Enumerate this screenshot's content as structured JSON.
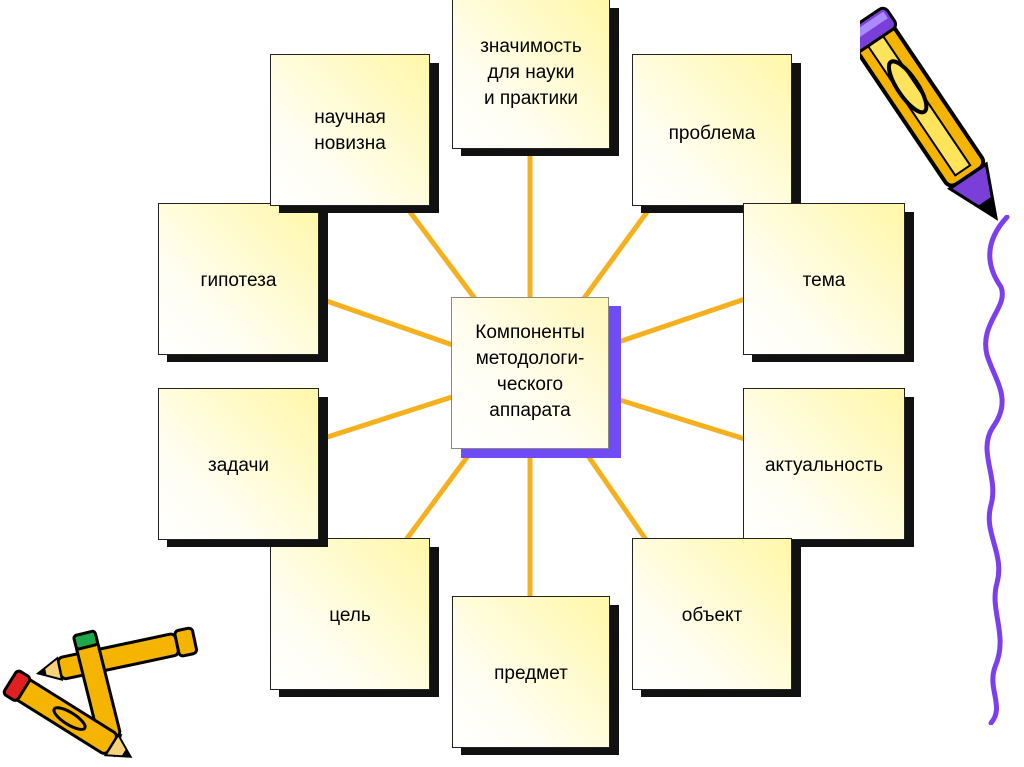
{
  "diagram": {
    "center": {
      "label": "Компоненты\nметодологи-\nческого\nаппарата"
    },
    "nodes": [
      {
        "id": "znachimost",
        "label": "значимость\nдля науки\nи практики"
      },
      {
        "id": "problema",
        "label": "проблема"
      },
      {
        "id": "tema",
        "label": "тема"
      },
      {
        "id": "aktualnost",
        "label": "актуальность"
      },
      {
        "id": "obekt",
        "label": "объект"
      },
      {
        "id": "predmet",
        "label": "предмет"
      },
      {
        "id": "tsel",
        "label": "цель"
      },
      {
        "id": "zadachi",
        "label": "задачи"
      },
      {
        "id": "gipoteza",
        "label": "гипотеза"
      },
      {
        "id": "novizna",
        "label": "научная\nновизна"
      }
    ]
  },
  "colors": {
    "connector": "#F5B01E",
    "box_fill": "#FFF7A8",
    "box_shadow": "#111111",
    "center_shadow": "#6F4CF5",
    "squiggle": "#7B3FF0",
    "pencil_body": "#F5B400",
    "pencil_tip_purple": "#7A3FD9",
    "pencil_tip_green": "#1FA84A",
    "pencil_tip_red": "#E02020"
  },
  "decorations": [
    "pencil-icon-top-right",
    "squiggle-line",
    "pencils-icon-bottom-left"
  ]
}
